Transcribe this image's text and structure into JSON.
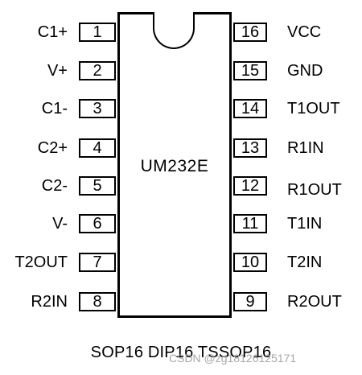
{
  "chip": {
    "part_number": "UM232E",
    "package": "SOP16 DIP16 TSSOP16"
  },
  "pins": [
    {
      "num": "1",
      "label": "C1+"
    },
    {
      "num": "2",
      "label": "V+"
    },
    {
      "num": "3",
      "label": "C1-"
    },
    {
      "num": "4",
      "label": "C2+"
    },
    {
      "num": "5",
      "label": "C2-"
    },
    {
      "num": "6",
      "label": "V-"
    },
    {
      "num": "7",
      "label": "T2OUT"
    },
    {
      "num": "8",
      "label": "R2IN"
    },
    {
      "num": "9",
      "label": "R2OUT"
    },
    {
      "num": "10",
      "label": "T2IN"
    },
    {
      "num": "11",
      "label": "T1IN"
    },
    {
      "num": "12",
      "label": "R1OUT"
    },
    {
      "num": "13",
      "label": "R1IN"
    },
    {
      "num": "14",
      "label": "T1OUT"
    },
    {
      "num": "15",
      "label": "GND"
    },
    {
      "num": "16",
      "label": "VCC"
    }
  ],
  "watermark": "CSDN @zg18126125171"
}
